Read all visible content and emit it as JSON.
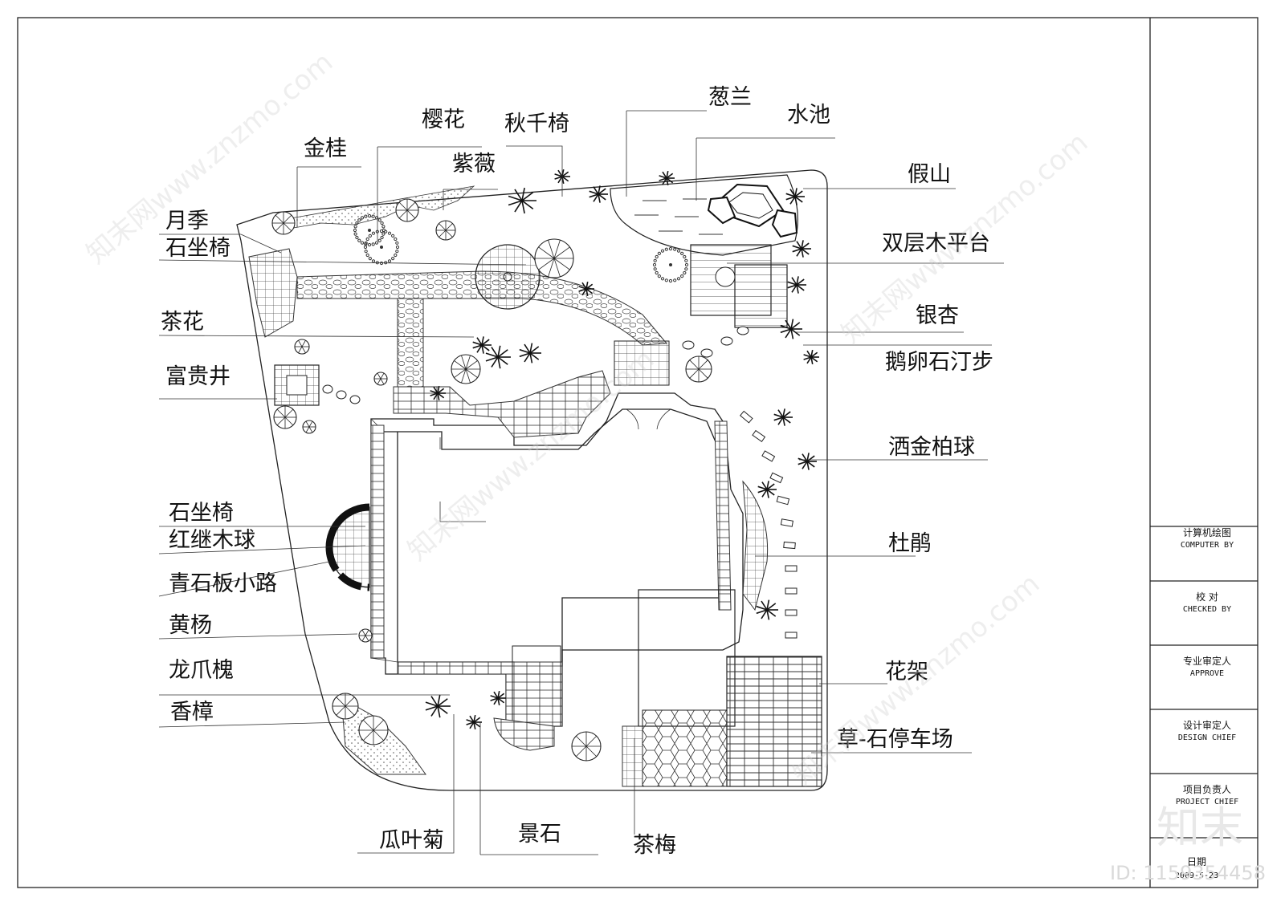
{
  "labels_left": [
    "金桂",
    "月季",
    "石坐椅",
    "茶花",
    "富贵井",
    "石坐椅",
    "红继木球",
    "青石板小路",
    "黄杨",
    "龙爪槐",
    "香樟"
  ],
  "labels_top": [
    "樱花",
    "紫薇",
    "秋千椅",
    "葱兰",
    "水池"
  ],
  "labels_right": [
    "假山",
    "双层木平台",
    "银杏",
    "鹅卵石汀步",
    "洒金柏球",
    "杜鹃",
    "花架",
    "草-石停车场"
  ],
  "labels_bottom": [
    "瓜叶菊",
    "景石",
    "茶梅"
  ],
  "title_block": [
    {
      "cn": "计算机绘图",
      "en": "COMPUTER BY"
    },
    {
      "cn": "校  对",
      "en": "CHECKED BY"
    },
    {
      "cn": "专业审定人",
      "en": "APPROVE"
    },
    {
      "cn": "设计审定人",
      "en": "DESIGN CHIEF"
    },
    {
      "cn": "项目负责人",
      "en": "PROJECT CHIEF"
    },
    {
      "cn": "日期",
      "en": "2009-5-23"
    }
  ],
  "watermark": {
    "brand": "知末",
    "id": "ID: 1159354458",
    "site": "知末网www.znzmo.com"
  }
}
